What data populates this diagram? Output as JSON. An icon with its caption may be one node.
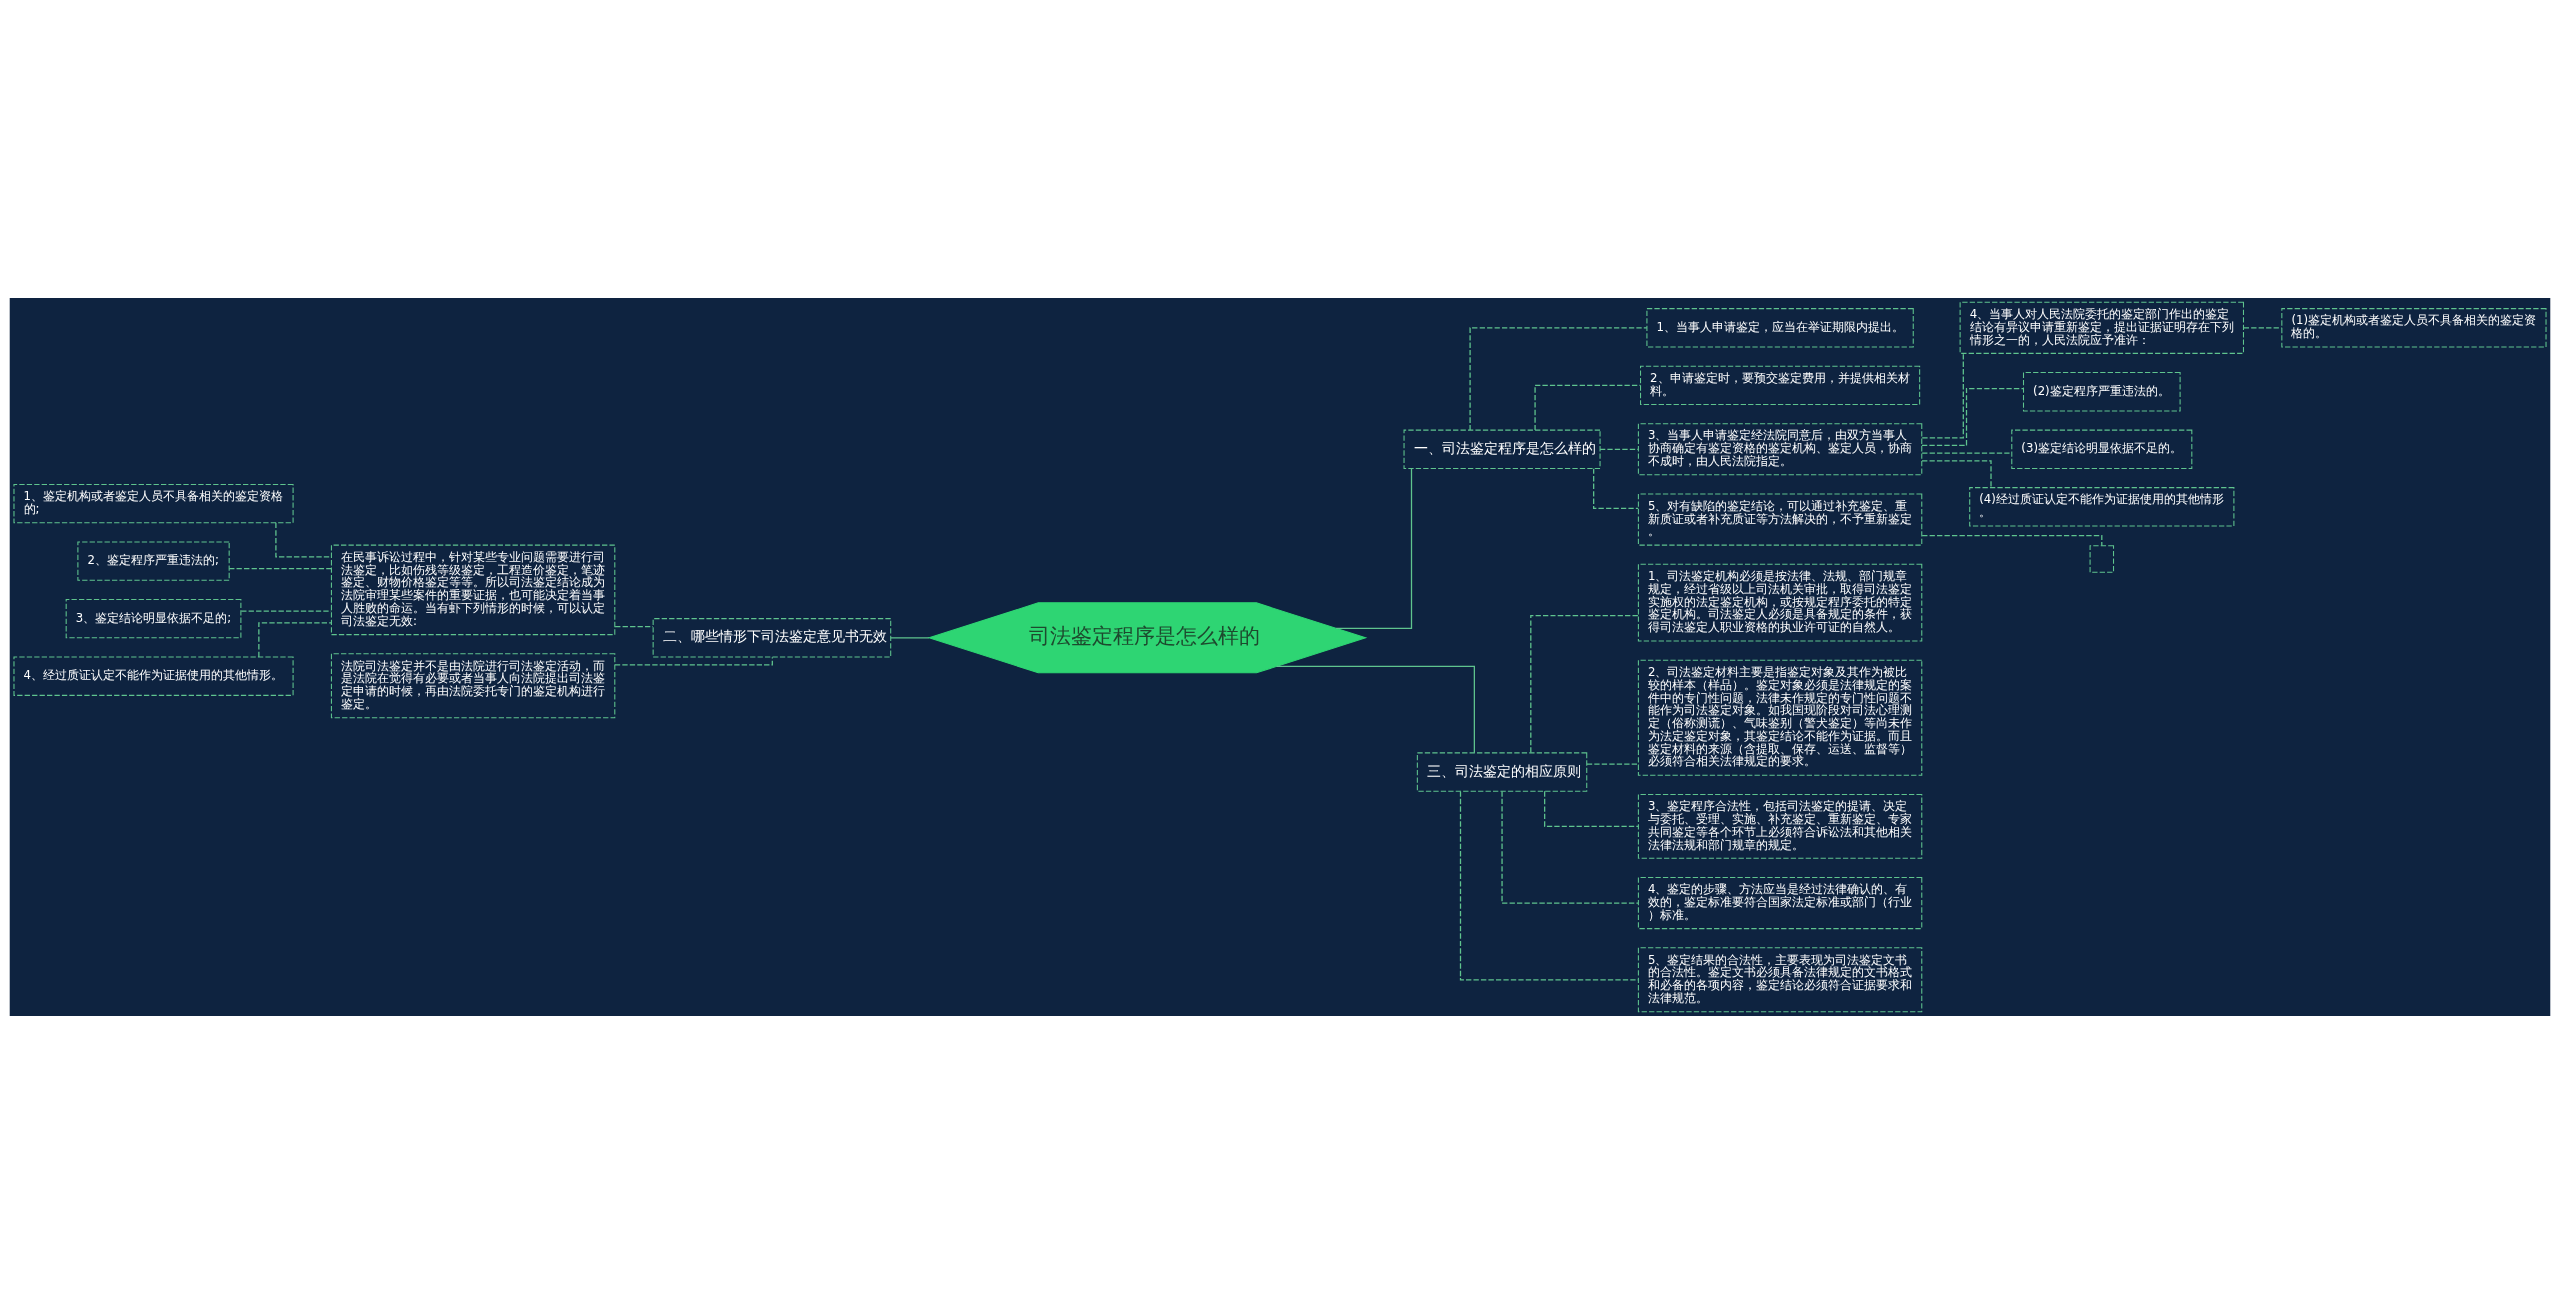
{
  "diagram": {
    "nodes": [
      {
        "text": [
          "司法鉴定程序是怎么样的"
        ]
      },
      {
        "text": [
          "一、司法鉴定程序是怎么样的"
        ]
      },
      {
        "text": [
          "1、当事人申请鉴定，应当在举证期限内提出。"
        ]
      },
      {
        "text": [
          "2、申请鉴定时，要预交鉴定费用，并提供相关材料。"
        ]
      },
      {
        "text": [
          "3、当事人申请鉴定经法院同意后，由双方当事人协商确定有鉴定资格的鉴定机构、鉴定人员，协商不成时，由人民法院指定。"
        ]
      },
      {
        "text": [
          "4、当事人对人民法院委托的鉴定部门作出的鉴定结论有异议申请重新鉴定，提出证据证明存在下列情形之一的，人民法院应予准许："
        ]
      },
      {
        "text": [
          "(1)鉴定机构或者鉴定人员不具备相关的鉴定资格的。"
        ]
      },
      {
        "text": [
          "(2)鉴定程序严重违法的。"
        ]
      },
      {
        "text": [
          "(3)鉴定结论明显依据不足的。"
        ]
      },
      {
        "text": [
          "(4)经过质证认定不能作为证据使用的其他情形。"
        ]
      },
      {
        "text": [
          "5、对有缺陷的鉴定结论，可以通过补充鉴定、重新质证或者补充质证等方法解决的，不予重新鉴定。"
        ]
      },
      {
        "text": [],
        "shape": "box"
      },
      {
        "text": [
          "二、哪些情形下司法鉴定意见书无效"
        ]
      },
      {
        "text": [
          "在民事诉讼过程中，针对某些专业问题需要进行司法鉴定，比如伤残等级鉴定，工程造价鉴定，笔迹鉴定、财物价格鉴定等等。所以司法鉴定结论成为法院审理某些案件的重要证据，也可能决定着当事人胜败的命运。当有虾下列情形的时候，可以认定司法鉴定无效:"
        ]
      },
      {
        "text": [
          "法院司法鉴定并不是由法院进行司法鉴定活动，而是法院在觉得有必要或者当事人向法院提出司法鉴定申请的时候，再由法院委托专门的鉴定机构进行鉴定。"
        ]
      },
      {
        "text": [
          "1、鉴定机构或者鉴定人员不具备相关的鉴定资格的;"
        ]
      },
      {
        "text": [
          "2、鉴定程序严重违法的;"
        ]
      },
      {
        "text": [
          "3、鉴定结论明显依据不足的;"
        ]
      },
      {
        "text": [
          "4、经过质证认定不能作为证据使用的其他情形。"
        ]
      },
      {
        "text": [
          "三、司法鉴定的相应原则"
        ]
      },
      {
        "text": [
          "1、司法鉴定机构必须是按法律、法规、部门规章规定，经过省级以上司法机关审批，取得司法鉴定实施权的法定鉴定机构，或按规定程序委托的特定鉴定机构。司法鉴定人必须是具备规定的条件，获得司法鉴定人职业资格的执业许可证的自然人。"
        ]
      },
      {
        "text": [
          "2、司法鉴定材料主要是指鉴定对象及其作为被比较的样本（样品）。鉴定对象必须是法律规定的案件中的专门性问题，法律未作规定的专门性问题不能作为司法鉴定对象。如我国现阶段对司法心理测定（俗称测谎）、气味鉴别（警犬鉴定）等尚未作为法定鉴定对象，其鉴定结论不能作为证据。而且鉴定材料的来源（含提取、保存、运送、监督等）必须符合相关法律规定的要求。"
        ]
      },
      {
        "text": [
          "3、鉴定程序合法性，包括司法鉴定的提请、决定与委托、受理、实施、补充鉴定、重新鉴定、专家共同鉴定等各个环节上必须符合诉讼法和其他相关法律法规和部门规章的规定。"
        ]
      },
      {
        "text": [
          "4、鉴定的步骤、方法应当是经过法律确认的、有效的，鉴定标准要符合国家法定标准或部门（行业）标准。"
        ]
      },
      {
        "text": [
          "5、鉴定结果的合法性，主要表现为司法鉴定文书的合法性。鉴定文书必须具备法律规定的文书格式和必备的各项内容，鉴定结论必须符合证据要求和法律规范。"
        ]
      }
    ],
    "edges": [
      {
        "from": 0,
        "to": 1,
        "arrow": "none"
      },
      {
        "from": 1,
        "to": 2,
        "arrow": "none",
        "style": "dashed"
      },
      {
        "from": 1,
        "to": 3,
        "arrow": "none",
        "style": "dashed"
      },
      {
        "from": 1,
        "to": 4,
        "arrow": "none",
        "style": "dashed"
      },
      {
        "from": 4,
        "to": 5,
        "arrow": "none",
        "style": "dashed"
      },
      {
        "from": 5,
        "to": 6,
        "arrow": "none",
        "style": "dashed"
      },
      {
        "from": 4,
        "to": 7,
        "arrow": "none",
        "style": "dashed"
      },
      {
        "from": 4,
        "to": 8,
        "arrow": "none",
        "style": "dashed"
      },
      {
        "from": 4,
        "to": 9,
        "arrow": "none",
        "style": "dashed"
      },
      {
        "from": 1,
        "to": 10,
        "arrow": "none",
        "style": "dashed"
      },
      {
        "from": 10,
        "to": 11,
        "arrow": "none",
        "style": "dashed"
      },
      {
        "from": 12,
        "to": 0,
        "arrow": "none"
      },
      {
        "from": 13,
        "to": 12,
        "arrow": "none",
        "style": "dashed"
      },
      {
        "from": 14,
        "to": 12,
        "arrow": "none",
        "style": "dashed"
      },
      {
        "from": 15,
        "to": 13,
        "arrow": "none",
        "style": "dashed"
      },
      {
        "from": 16,
        "to": 13,
        "arrow": "none",
        "style": "dashed"
      },
      {
        "from": 17,
        "to": 13,
        "arrow": "none",
        "style": "dashed"
      },
      {
        "from": 18,
        "to": 13,
        "arrow": "none",
        "style": "dashed"
      },
      {
        "from": 0,
        "to": 19,
        "arrow": "none"
      },
      {
        "from": 19,
        "to": 20,
        "arrow": "none",
        "style": "dashed"
      },
      {
        "from": 19,
        "to": 21,
        "arrow": "none",
        "style": "dashed"
      },
      {
        "from": 19,
        "to": 22,
        "arrow": "none",
        "style": "dashed"
      },
      {
        "from": 19,
        "to": 23,
        "arrow": "none",
        "style": "dashed"
      },
      {
        "from": 19,
        "to": 24,
        "arrow": "none",
        "style": "dashed"
      }
    ]
  }
}
